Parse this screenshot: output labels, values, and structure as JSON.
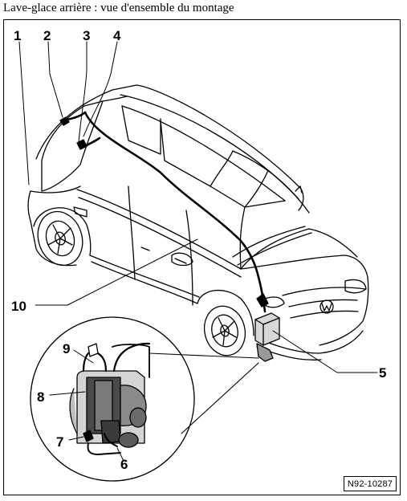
{
  "title": "Lave-glace arrière : vue d'ensemble du montage",
  "reference": "N92-10287",
  "callouts": {
    "c1": "1",
    "c2": "2",
    "c3": "3",
    "c4": "4",
    "c5": "5",
    "c6": "6",
    "c7": "7",
    "c8": "8",
    "c9": "9",
    "c10": "10"
  }
}
